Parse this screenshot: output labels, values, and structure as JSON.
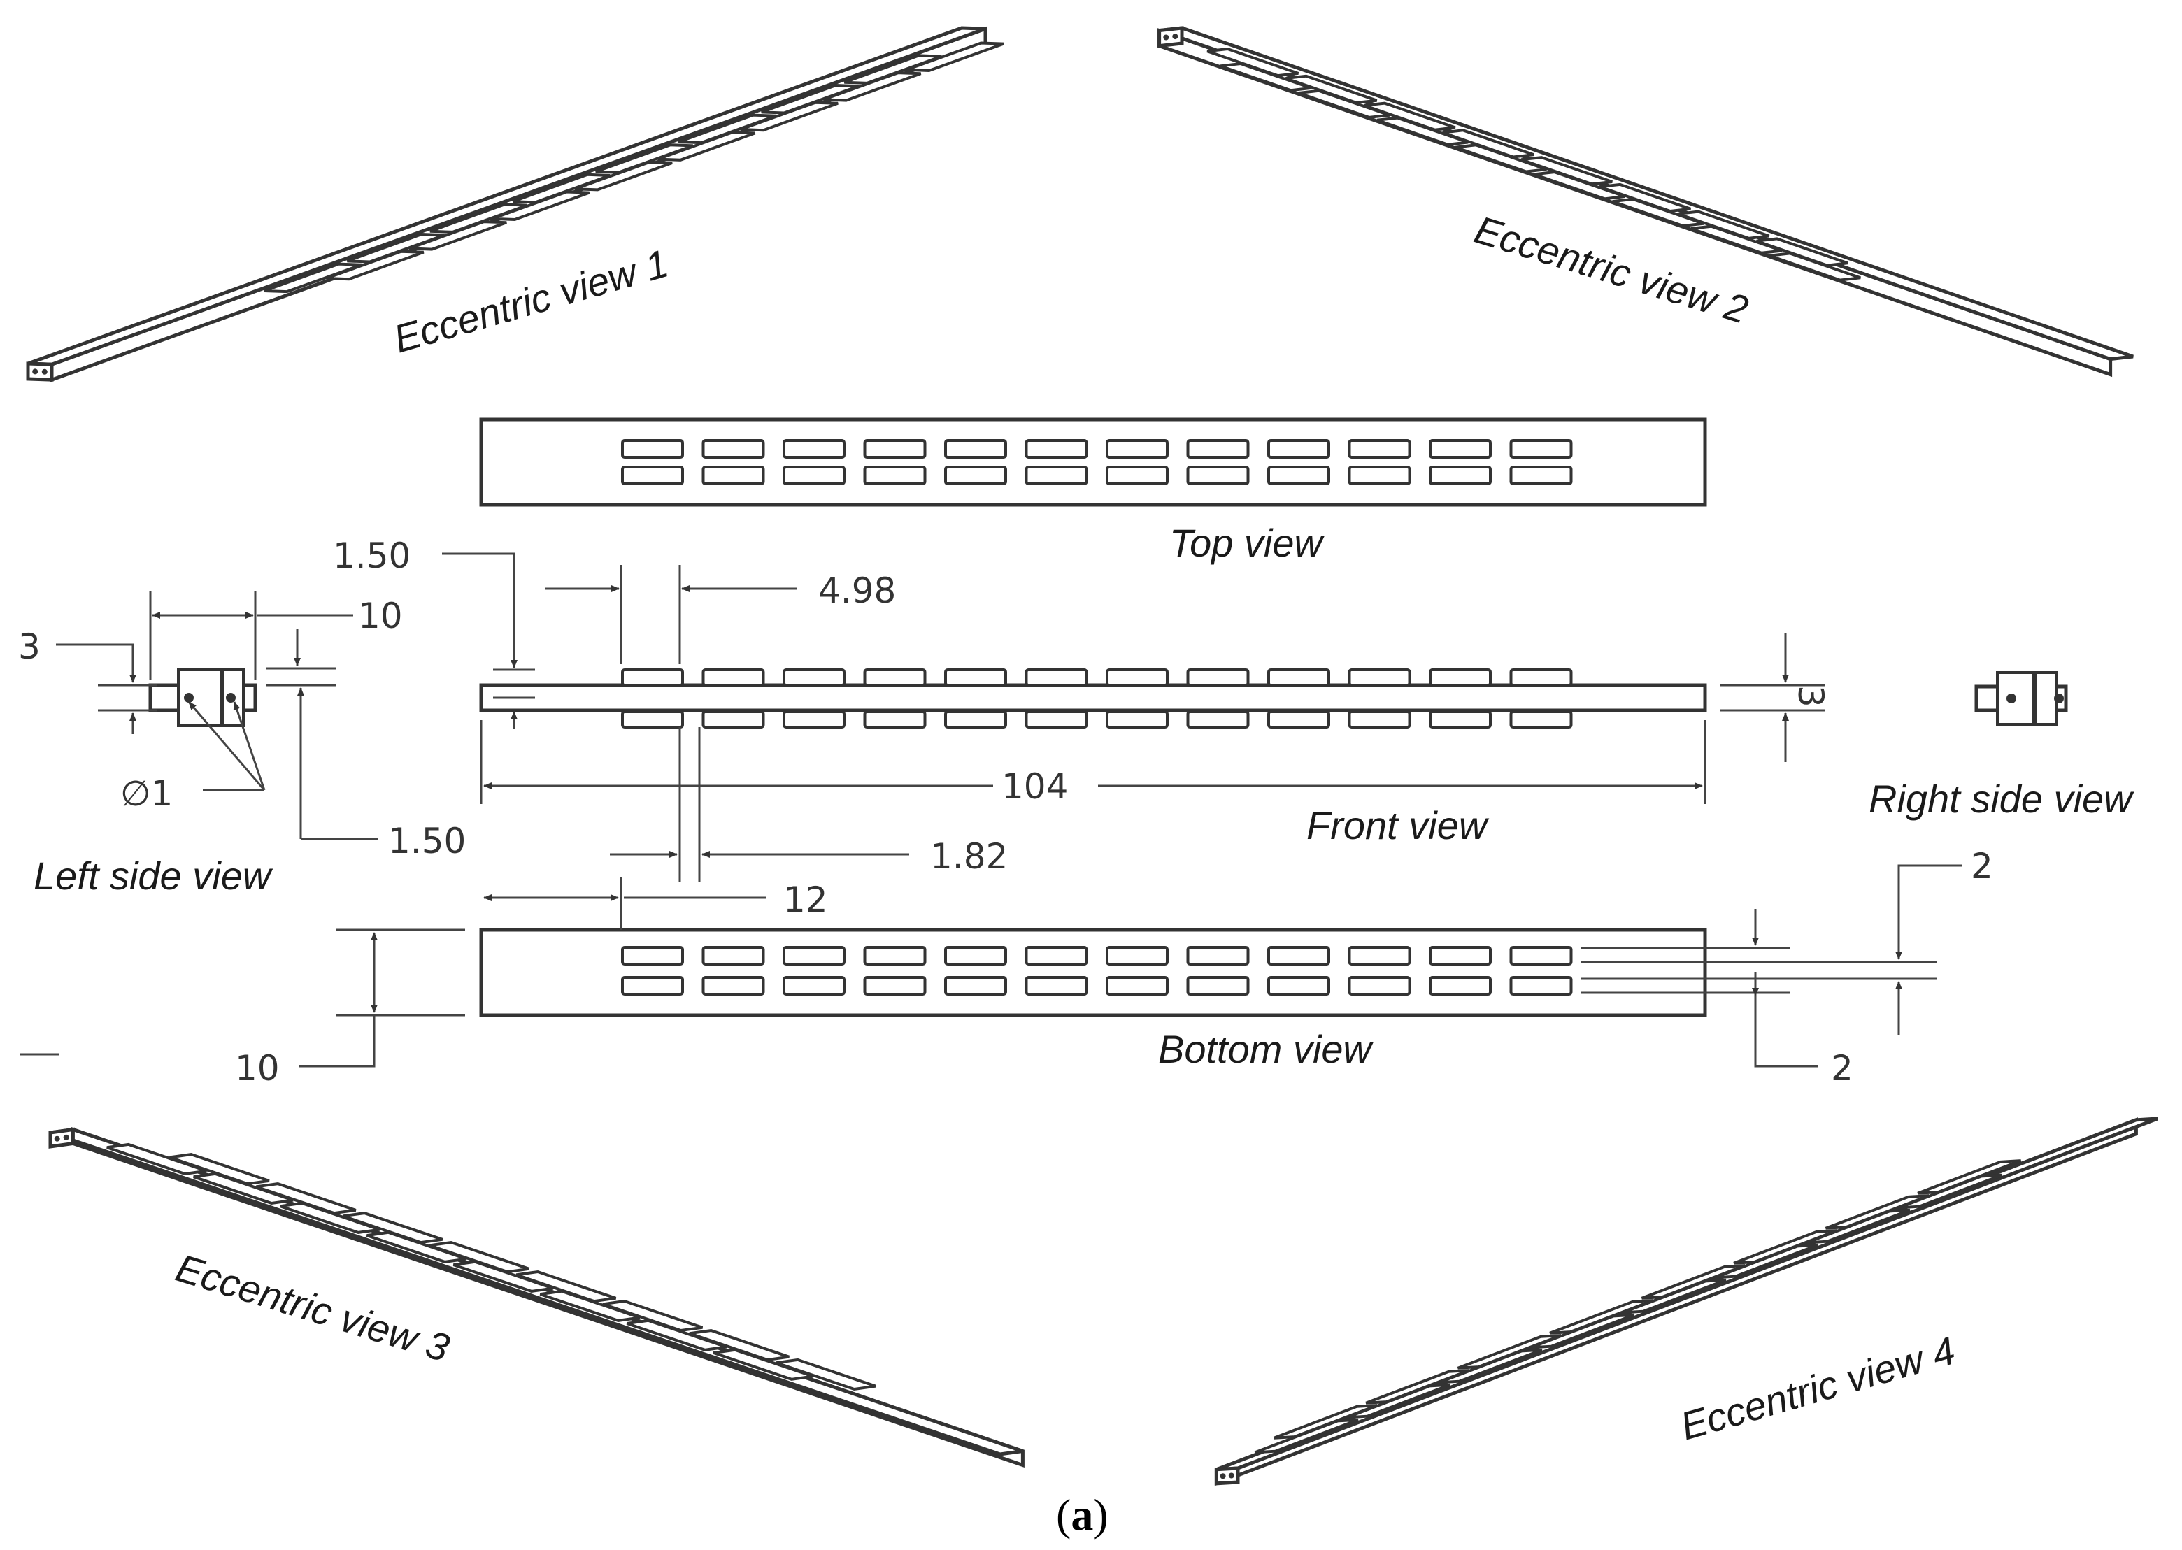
{
  "views": {
    "eccentric1": "Eccentric view 1",
    "eccentric2": "Eccentric view 2",
    "eccentric3": "Eccentric view 3",
    "eccentric4": "Eccentric view 4",
    "top": "Top view",
    "front": "Front view",
    "bottom": "Bottom view",
    "left_side": "Left side view",
    "right_side": "Right side view"
  },
  "dimensions": {
    "hole_offset_top": "1.50",
    "slot_length": "4.98",
    "width_left": "10",
    "thickness_left": "3",
    "hole_diameter": "∅1",
    "hole_offset_bottom": "1.50",
    "overall_length": "104",
    "thickness_right": "3",
    "slot_gap": "1.82",
    "slot_start": "12",
    "slot_height_top": "2",
    "width_bottom": "10",
    "slot_height_bottom": "2"
  },
  "caption": {
    "open": "(",
    "letter": "a",
    "close": ")"
  },
  "drawing": {
    "slot_columns": 12,
    "slot_rows": 2,
    "eccentric_pairs": 8
  }
}
